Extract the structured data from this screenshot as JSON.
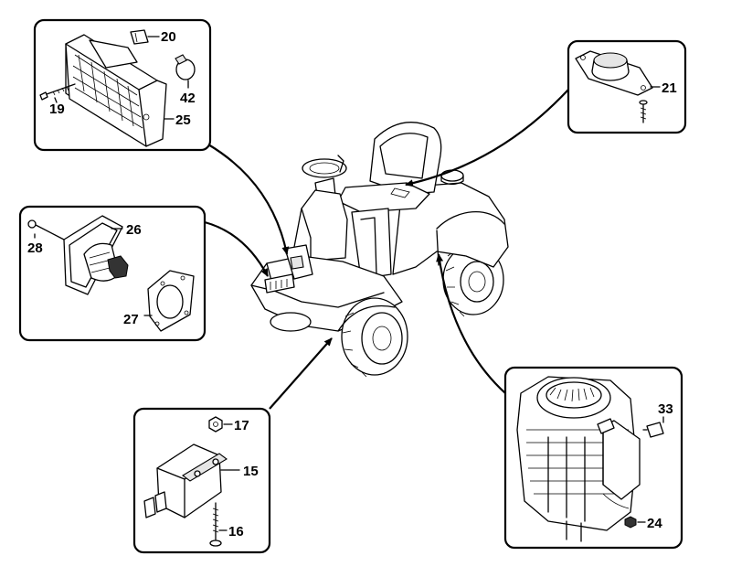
{
  "callouts": {
    "c15": "15",
    "c16": "16",
    "c17": "17",
    "c19": "19",
    "c20": "20",
    "c21": "21",
    "c24": "24",
    "c25": "25",
    "c26": "26",
    "c27": "27",
    "c28": "28",
    "c33": "33",
    "c42": "42"
  }
}
